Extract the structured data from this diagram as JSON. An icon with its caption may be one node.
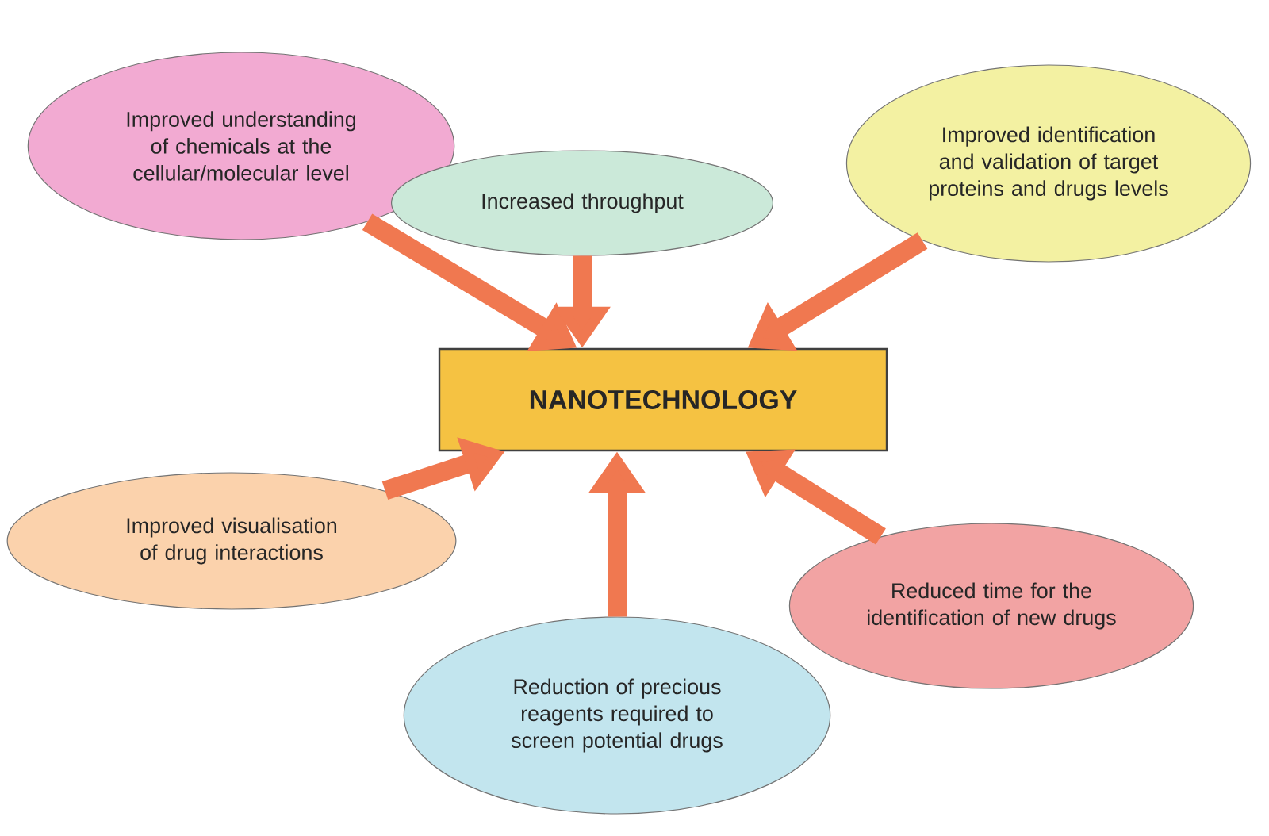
{
  "diagram": {
    "nodes": [
      {
        "text": [
          "NANOTECHNOLOGY"
        ]
      },
      {
        "text": [
          "Improved understanding of chemicals at the cellular/molecular level"
        ]
      },
      {
        "text": [
          "Increased throughput"
        ]
      },
      {
        "text": [
          "Improved identification and validation of target proteins and drugs levels"
        ]
      },
      {
        "text": [
          "Improved visualisation of drug interactions"
        ]
      },
      {
        "text": [
          "Reduced time for the identification of new drugs"
        ]
      },
      {
        "text": [
          "Reduction of precious reagents required to screen potential drugs"
        ]
      }
    ],
    "edges": [
      {
        "from": 1,
        "to": 0,
        "arrow": "to"
      },
      {
        "from": 2,
        "to": 0,
        "arrow": "to"
      },
      {
        "from": 3,
        "to": 0,
        "arrow": "to"
      },
      {
        "from": 4,
        "to": 0,
        "arrow": "to"
      },
      {
        "from": 6,
        "to": 0,
        "arrow": "to"
      },
      {
        "from": 5,
        "to": 0,
        "arrow": "to"
      }
    ]
  }
}
